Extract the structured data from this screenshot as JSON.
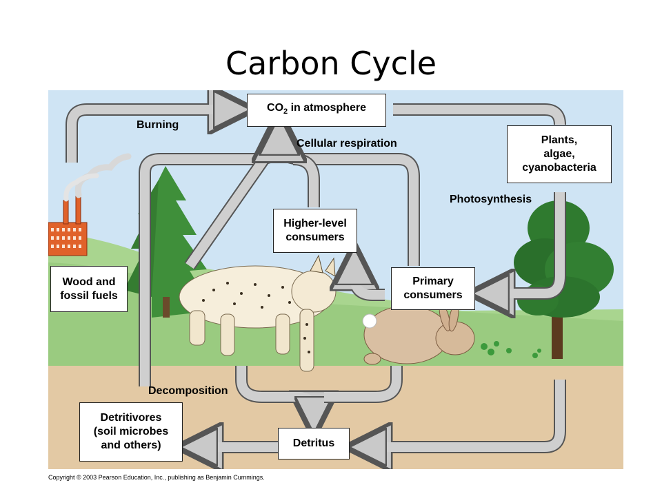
{
  "title": "Carbon Cycle",
  "boxes": {
    "co2": {
      "main": "CO",
      "sub": "2",
      "rest": " in atmosphere"
    },
    "plants": {
      "line1": "Plants,",
      "line2": "algae,",
      "line3": "cyanobacteria"
    },
    "higher": {
      "line1": "Higher-level",
      "line2": "consumers"
    },
    "primary": {
      "line1": "Primary",
      "line2": "consumers"
    },
    "wood": {
      "line1": "Wood and",
      "line2": "fossil fuels"
    },
    "detritivores": {
      "line1": "Detritivores",
      "line2": "(soil microbes",
      "line3": "and others)"
    },
    "detritus": {
      "line1": "Detritus"
    }
  },
  "labels": {
    "burning": "Burning",
    "cellular_respiration": "Cellular respiration",
    "photosynthesis": "Photosynthesis",
    "decomposition": "Decomposition"
  },
  "copyright": "Copyright © 2003 Pearson Education, Inc., publishing as Benjamin Cummings."
}
